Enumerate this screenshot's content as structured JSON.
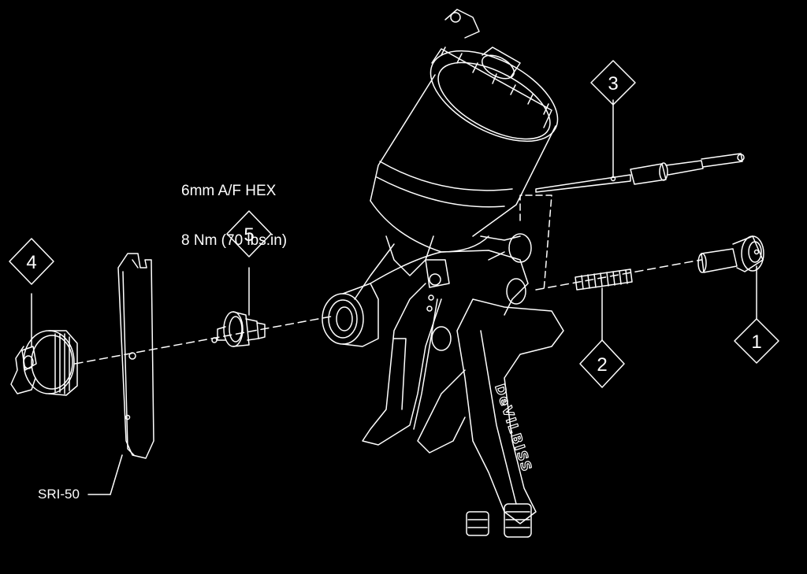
{
  "diagram": {
    "note": {
      "line1": "6mm A/F HEX",
      "line2": "8 Nm (70 lbs.in)"
    },
    "tool_label": "SRI-50",
    "brand": "DeVILBISS",
    "callouts": [
      {
        "id": "1",
        "text": "1"
      },
      {
        "id": "2",
        "text": "2"
      },
      {
        "id": "3",
        "text": "3"
      },
      {
        "id": "4",
        "text": "4"
      },
      {
        "id": "5",
        "text": "5"
      }
    ],
    "colors": {
      "background": "#000000",
      "line": "#ffffff"
    }
  }
}
